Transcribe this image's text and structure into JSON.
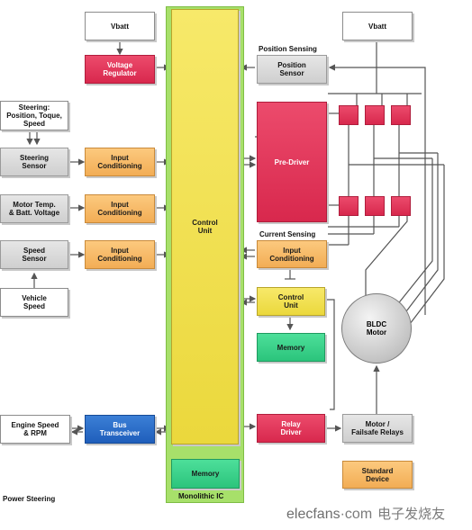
{
  "diagram": {
    "blocks": {
      "vbatt_left": "Vbatt",
      "voltage_regulator": "Voltage\nRegulator",
      "steering_input": "Steering:\nPosition, Toque,\nSpeed",
      "steering_sensor": "Steering\nSensor",
      "input_conditioning_1": "Input\nConditioning",
      "motor_temp": "Motor Temp.\n& Batt. Voltage",
      "input_conditioning_2": "Input\nConditioning",
      "speed_sensor": "Speed\nSensor",
      "input_conditioning_3": "Input\nConditioning",
      "vehicle_speed": "Vehicle\nSpeed",
      "engine_speed": "Engine Speed\n& RPM",
      "bus_transceiver": "Bus\nTransceiver",
      "control_unit_main": "Control\nUnit",
      "memory_ic": "Memory",
      "vbatt_right": "Vbatt",
      "position_sensor": "Position\nSensor",
      "pre_driver": "Pre-Driver",
      "input_conditioning_cs": "Input\nConditioning",
      "control_unit_small": "Control\nUnit",
      "memory_small": "Memory",
      "relay_driver": "Relay\nDriver",
      "bldc_motor": "BLDC\nMotor",
      "motor_relays": "Motor /\nFailsafe Relays",
      "standard_device": "Standard\nDevice"
    },
    "labels": {
      "position_sensing": "Position Sensing",
      "current_sensing": "Current Sensing",
      "monolithic_ic": "Monolithic IC",
      "power_steering": "Power Steering"
    },
    "colors": {
      "monolithic_band": "#a7e06a",
      "control_unit": "#ebd83c",
      "red_block": "#d8284d",
      "orange_block": "#f2ad55",
      "green_block": "#2bc47c",
      "blue_block": "#1f5ebb",
      "gray_block": "#d8d8d8",
      "line": "#555555"
    }
  },
  "watermark": {
    "brand": "elecfans",
    "suffix": "·com",
    "cn": "电子发烧友"
  }
}
